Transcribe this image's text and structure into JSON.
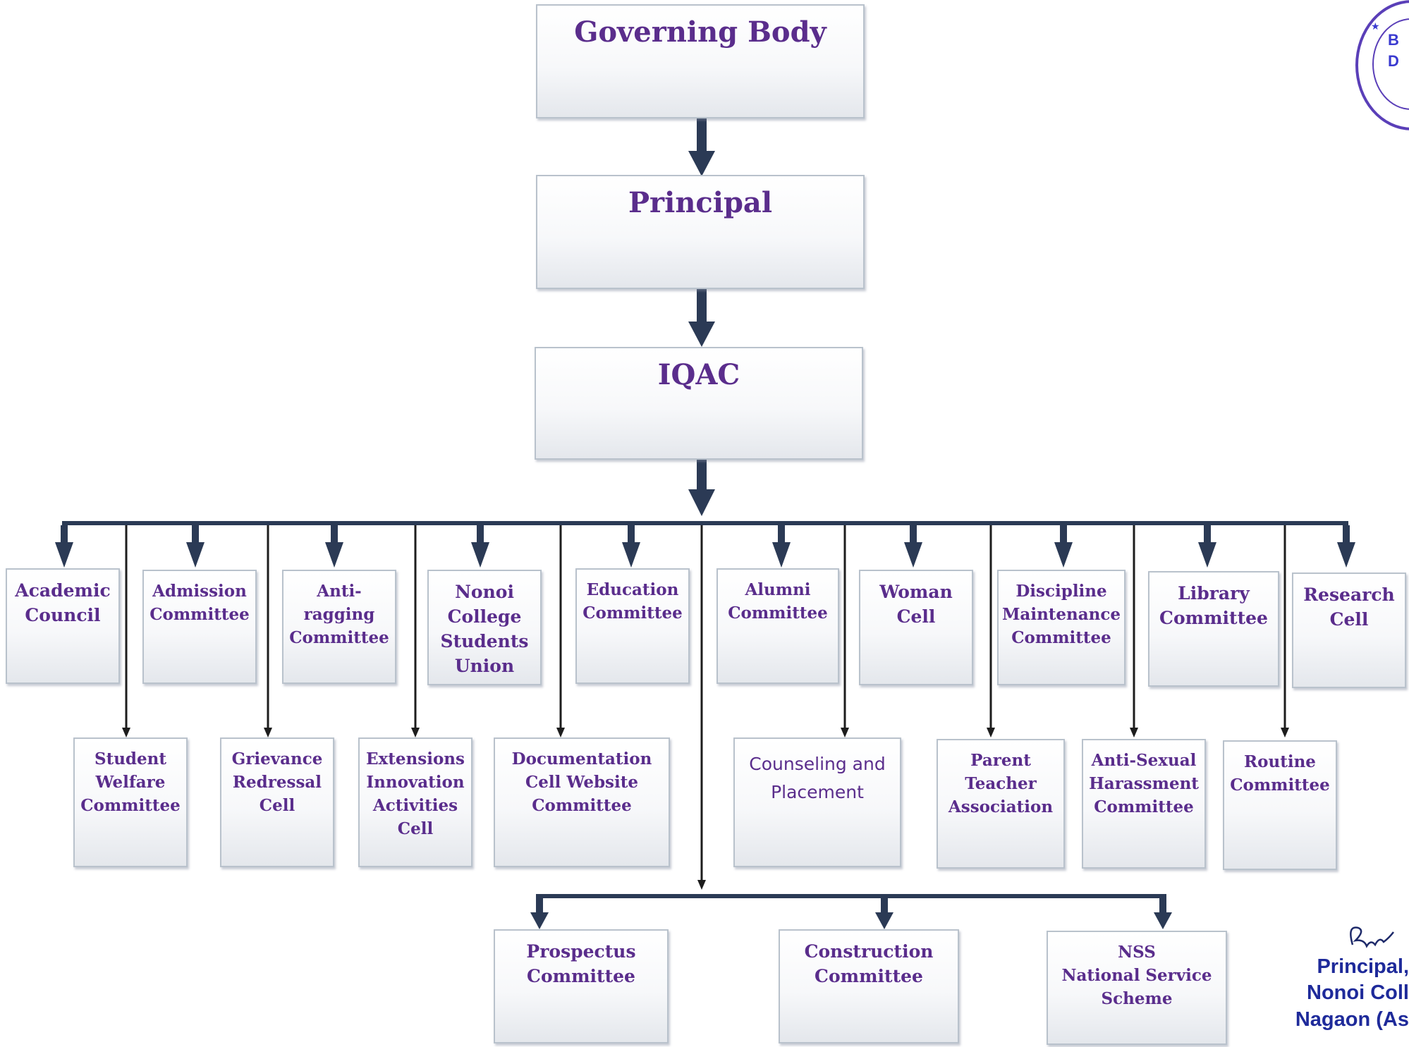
{
  "nodes": {
    "governing_body": "Governing Body",
    "principal": "Principal",
    "iqac": "IQAC",
    "academic_council": "Academic\nCouncil",
    "admission_committee": "Admission\nCommittee",
    "anti_ragging": "Anti-\nragging\nCommittee",
    "students_union": "Nonoi\nCollege\nStudents\nUnion",
    "education_committee": "Education\nCommittee",
    "alumni_committee": "Alumni\nCommittee",
    "woman_cell": "Woman\nCell",
    "discipline_committee": "Discipline\nMaintenance\nCommittee",
    "library_committee": "Library\nCommittee",
    "research_cell": "Research\nCell",
    "student_welfare": "Student\nWelfare\nCommittee",
    "grievance_cell": "Grievance\nRedressal\nCell",
    "extensions_cell": "Extensions\nInnovation\nActivities\nCell",
    "documentation_cell": "Documentation\nCell Website\nCommittee",
    "counseling_placement": "Counseling and\nPlacement",
    "parent_teacher": "Parent\nTeacher\nAssociation",
    "anti_sexual_harassment": "Anti-Sexual\nHarassment\nCommittee",
    "routine_committee": "Routine\nCommittee",
    "prospectus_committee": "Prospectus\nCommittee",
    "construction_committee": "Construction\nCommittee",
    "nss": "NSS\nNational Service\nScheme"
  },
  "stamp": {
    "text": "B\nD"
  },
  "signature": {
    "line1": "Principal,",
    "line2": "Nonoi Coll",
    "line3": "Nagaon (As"
  },
  "colors": {
    "text": "#5a2d8c",
    "connector": "#2b3a55",
    "box_border": "#b9c2cc",
    "stamp": "#3a3ad0"
  }
}
